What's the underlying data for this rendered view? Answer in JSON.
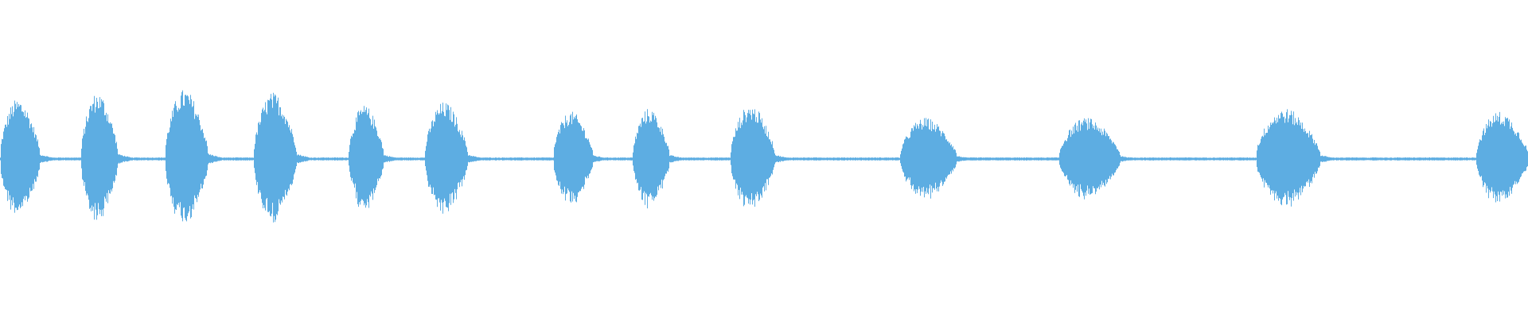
{
  "waveform": {
    "color": "#5dade2",
    "background": "#ffffff",
    "duration_fraction_bursts": [
      {
        "start": 0.0,
        "end": 0.026,
        "amplitude": 0.19
      },
      {
        "start": 0.053,
        "end": 0.077,
        "amplitude": 0.21
      },
      {
        "start": 0.108,
        "end": 0.136,
        "amplitude": 0.22
      },
      {
        "start": 0.166,
        "end": 0.194,
        "amplitude": 0.21
      },
      {
        "start": 0.228,
        "end": 0.251,
        "amplitude": 0.17
      },
      {
        "start": 0.278,
        "end": 0.306,
        "amplitude": 0.18
      },
      {
        "start": 0.362,
        "end": 0.388,
        "amplitude": 0.15
      },
      {
        "start": 0.414,
        "end": 0.438,
        "amplitude": 0.16
      },
      {
        "start": 0.478,
        "end": 0.507,
        "amplitude": 0.17
      },
      {
        "start": 0.589,
        "end": 0.626,
        "amplitude": 0.13
      },
      {
        "start": 0.693,
        "end": 0.733,
        "amplitude": 0.13
      },
      {
        "start": 0.822,
        "end": 0.864,
        "amplitude": 0.16
      },
      {
        "start": 0.966,
        "end": 1.0,
        "amplitude": 0.15
      }
    ],
    "baseline_amplitude": 0.005
  }
}
